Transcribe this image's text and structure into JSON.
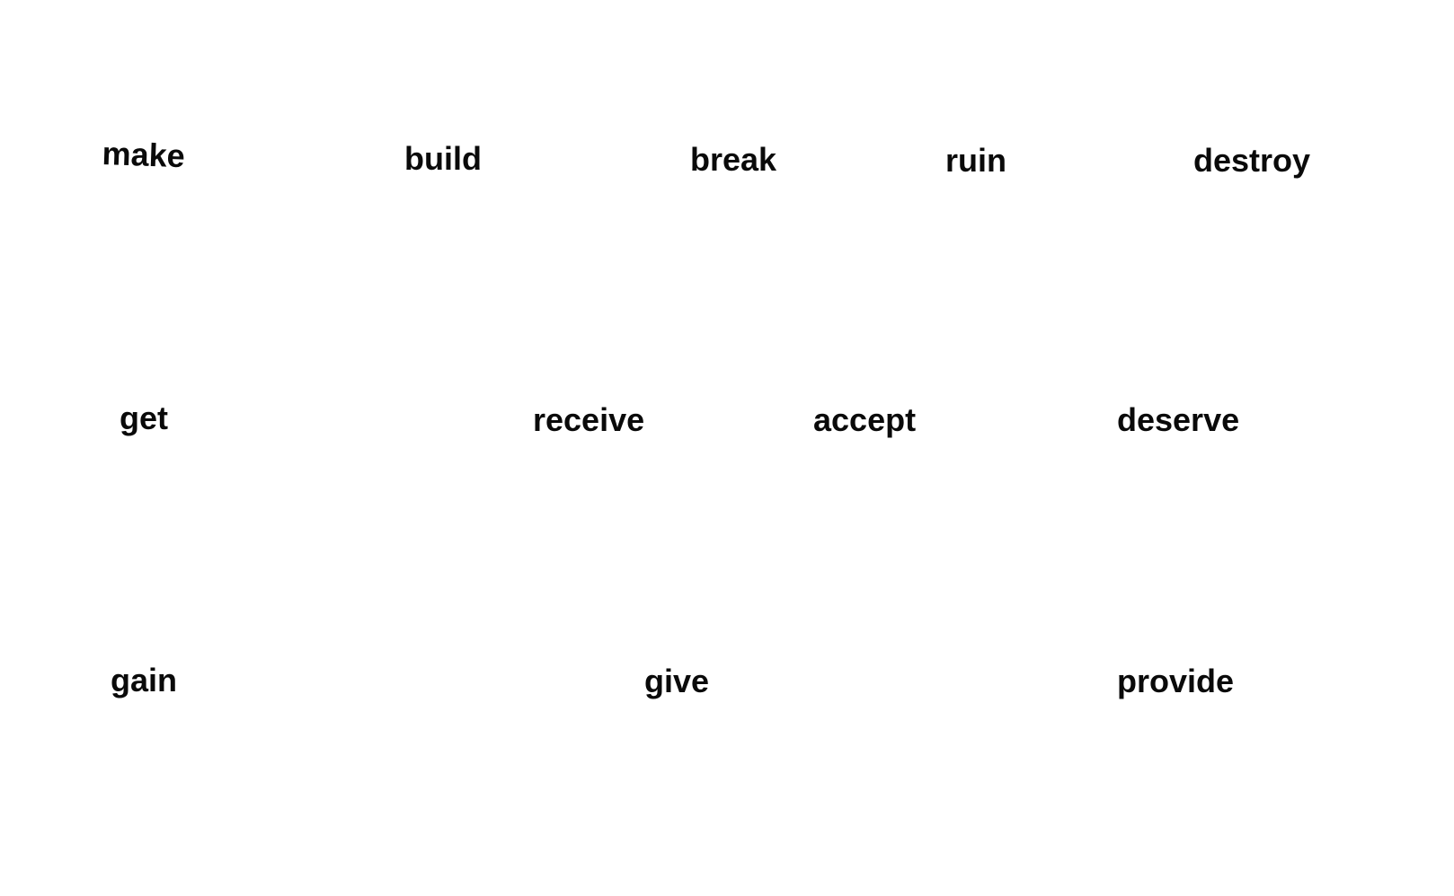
{
  "page": {
    "background_color": "#ffffff",
    "text_color": "#0a0a0a",
    "description": "Vocabulary drag-and-drop exercise: scattered verb word tiles"
  },
  "words": [
    {
      "label": "make"
    },
    {
      "label": "build"
    },
    {
      "label": "break"
    },
    {
      "label": "ruin"
    },
    {
      "label": "destroy"
    },
    {
      "label": "get"
    },
    {
      "label": "receive"
    },
    {
      "label": "accept"
    },
    {
      "label": "deserve"
    },
    {
      "label": "gain"
    },
    {
      "label": "give"
    },
    {
      "label": "provide"
    }
  ],
  "rows": [
    {
      "labels": [
        "make",
        "build",
        "break",
        "ruin",
        "destroy"
      ]
    },
    {
      "labels": [
        "get",
        "receive",
        "accept",
        "deserve"
      ]
    },
    {
      "labels": [
        "gain",
        "give",
        "provide"
      ]
    }
  ]
}
